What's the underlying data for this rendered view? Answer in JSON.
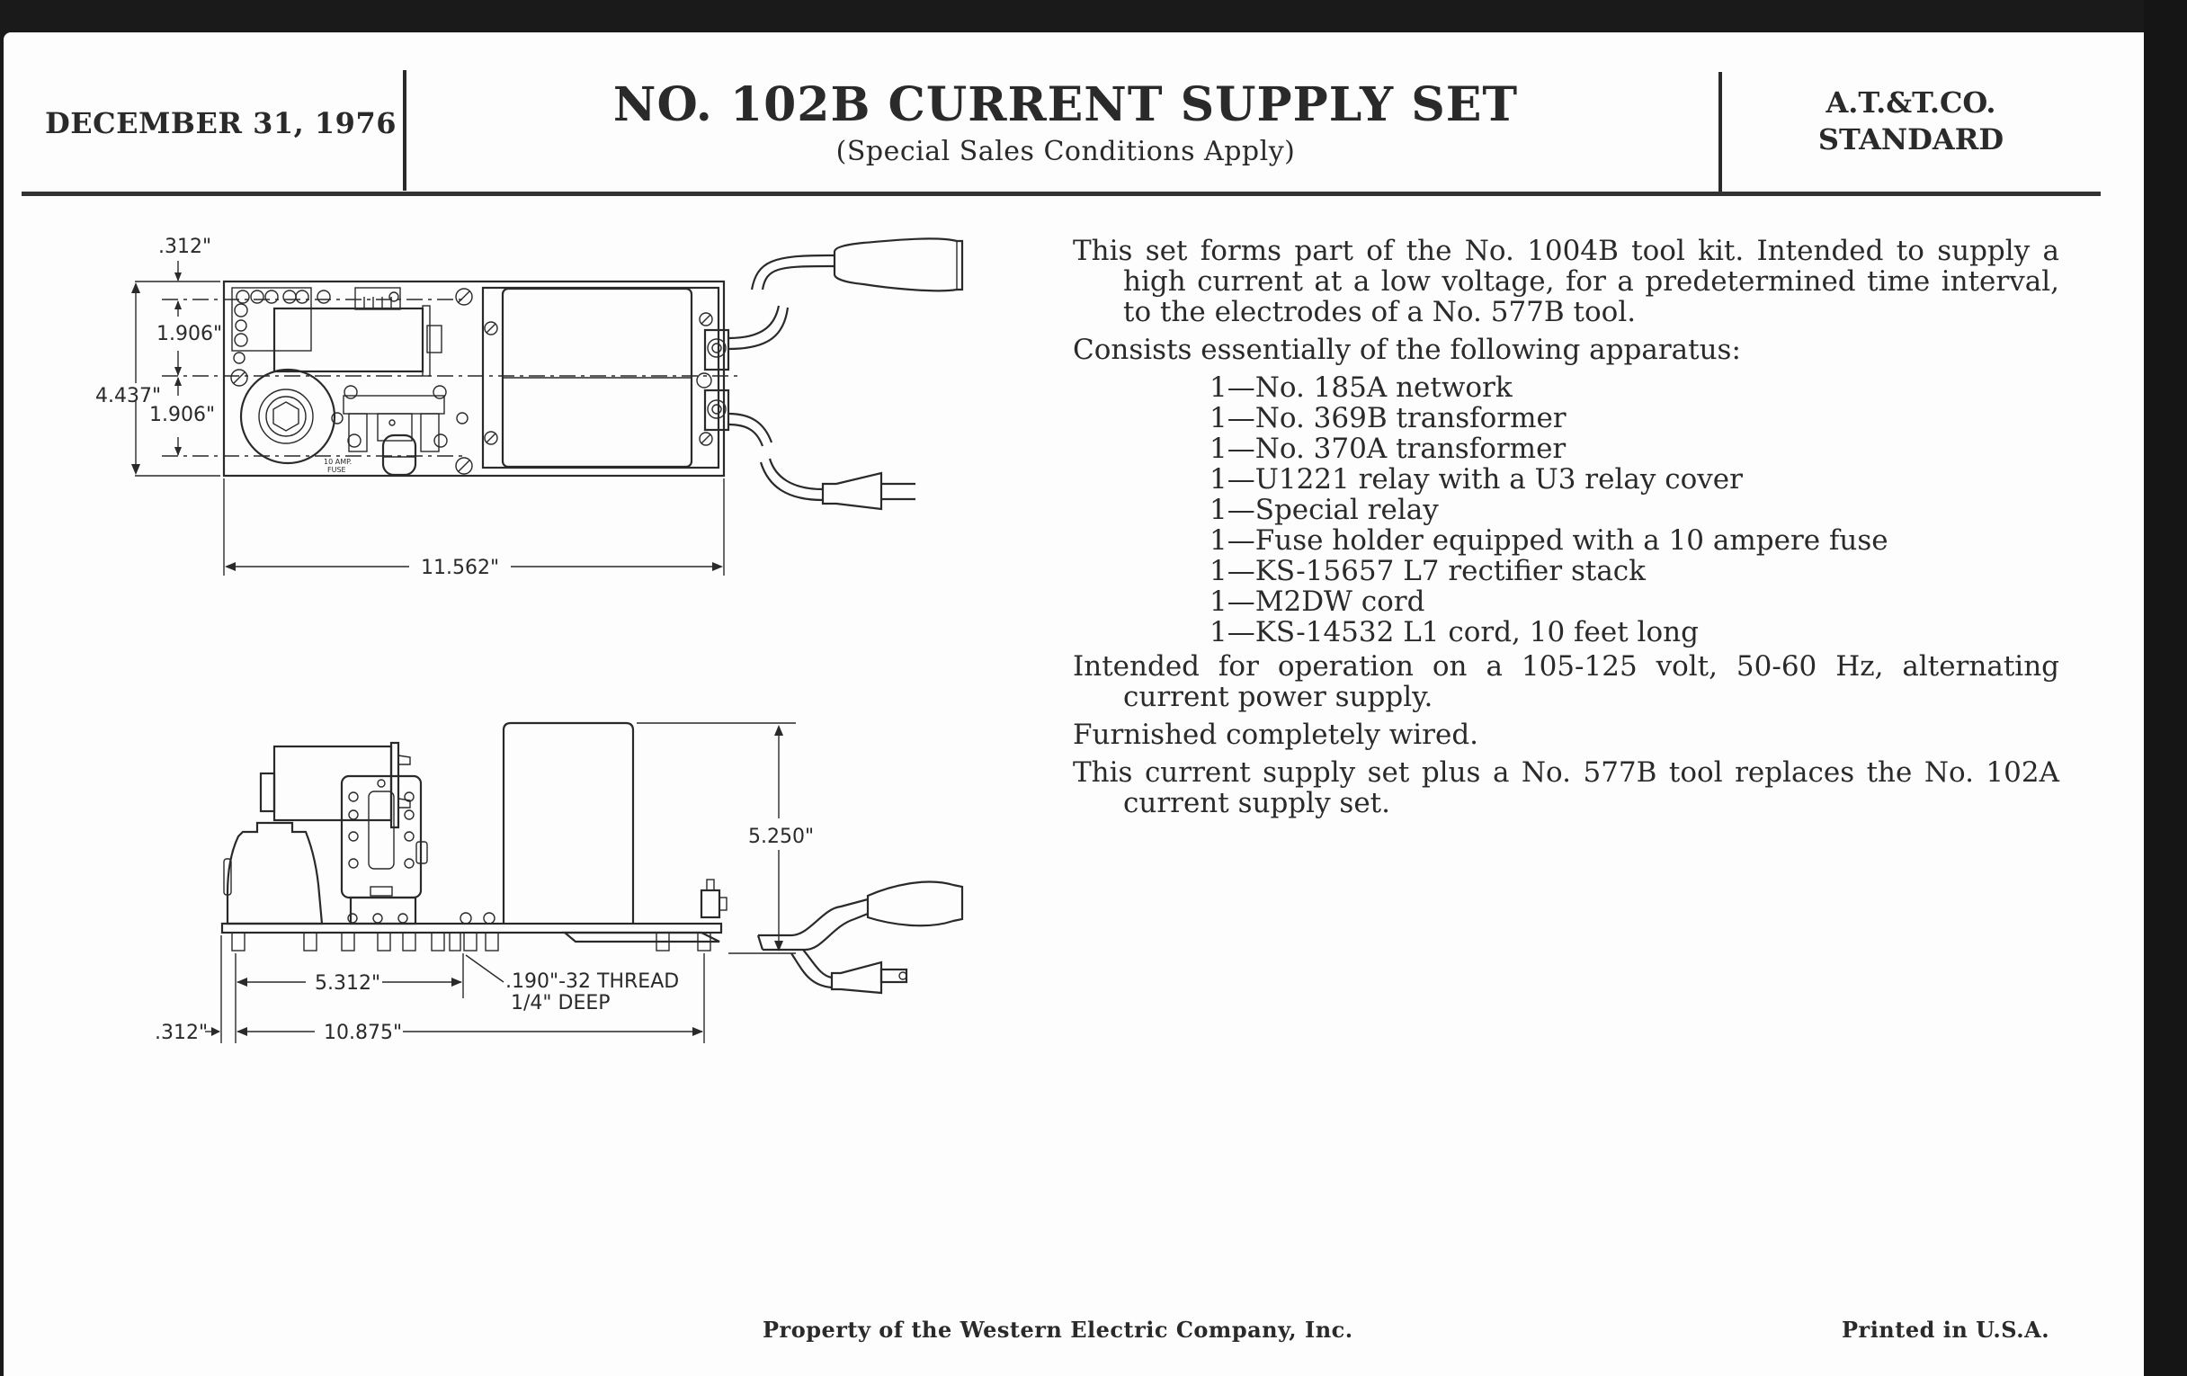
{
  "header": {
    "date": "DECEMBER 31, 1976",
    "title": "NO. 102B CURRENT SUPPLY SET",
    "subtitle": "(Special Sales Conditions Apply)",
    "standard_line1": "A.T.&T.CO.",
    "standard_line2": "STANDARD"
  },
  "description": {
    "intro": "This set forms part of the No. 1004B tool kit. Intended to supply a high current at a low voltage, for a predetermined time interval, to the electrodes of a No. 577B tool.",
    "consists_heading": "Consists essentially of the following apparatus:",
    "items": [
      "1—No. 185A network",
      "1—No. 369B transformer",
      "1—No. 370A transformer",
      "1—U1221 relay with a U3 relay cover",
      "1—Special relay",
      "1—Fuse holder equipped with a 10 ampere fuse",
      "1—KS-15657 L7 rectifier stack",
      "1—M2DW cord",
      "1—KS-14532 L1 cord, 10 feet long"
    ],
    "operation": "Intended for operation on a 105-125 volt, 50-60 Hz, alternating current power supply.",
    "wiring": "Furnished completely wired.",
    "replacement": "This current supply set plus a No. 577B tool replaces the No. 102A current supply set."
  },
  "top_view": {
    "dim_top_offset": ".312\"",
    "dim_upper_half": "1.906\"",
    "dim_lower_half": "1.906\"",
    "dim_height": "4.437\"",
    "dim_length": "11.562\"",
    "fuse_label_1": "10 AMP.",
    "fuse_label_2": "FUSE"
  },
  "side_view": {
    "dim_height": "5.250\"",
    "dim_hole_spacing": "5.312\"",
    "dim_overall": "10.875\"",
    "dim_edge_offset": ".312\"",
    "thread_note_1": ".190\"-32 THREAD",
    "thread_note_2": "1/4\" DEEP"
  },
  "footer": {
    "property": "Property of the Western Electric Company, Inc.",
    "printed": "Printed in U.S.A."
  }
}
